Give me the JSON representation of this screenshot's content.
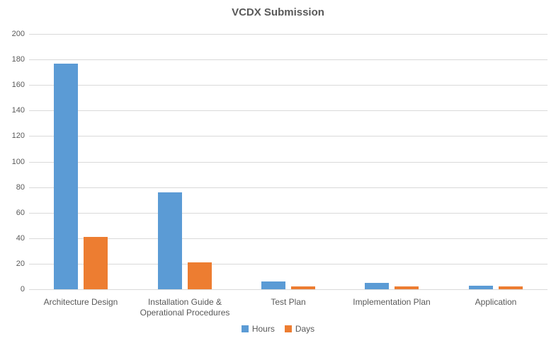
{
  "title": "VCDX Submission",
  "colors": {
    "series_hours": "#5b9bd5",
    "series_days": "#ed7d31",
    "gridline": "#d9d9d9",
    "axis_text": "#595959",
    "title_text": "#595959"
  },
  "chart_data": {
    "type": "bar",
    "title": "VCDX Submission",
    "categories": [
      "Architecture Design",
      "Installation Guide & Operational Procedures",
      "Test Plan",
      "Implementation Plan",
      "Application"
    ],
    "series": [
      {
        "name": "Hours",
        "color": "#5b9bd5",
        "values": [
          177,
          76,
          6,
          5,
          3
        ]
      },
      {
        "name": "Days",
        "color": "#ed7d31",
        "values": [
          41,
          21,
          2,
          2,
          2
        ]
      }
    ],
    "xlabel": "",
    "ylabel": "",
    "ylim": [
      0,
      200
    ],
    "yticks": [
      0,
      20,
      40,
      60,
      80,
      100,
      120,
      140,
      160,
      180,
      200
    ],
    "grid": true,
    "legend_position": "bottom"
  }
}
